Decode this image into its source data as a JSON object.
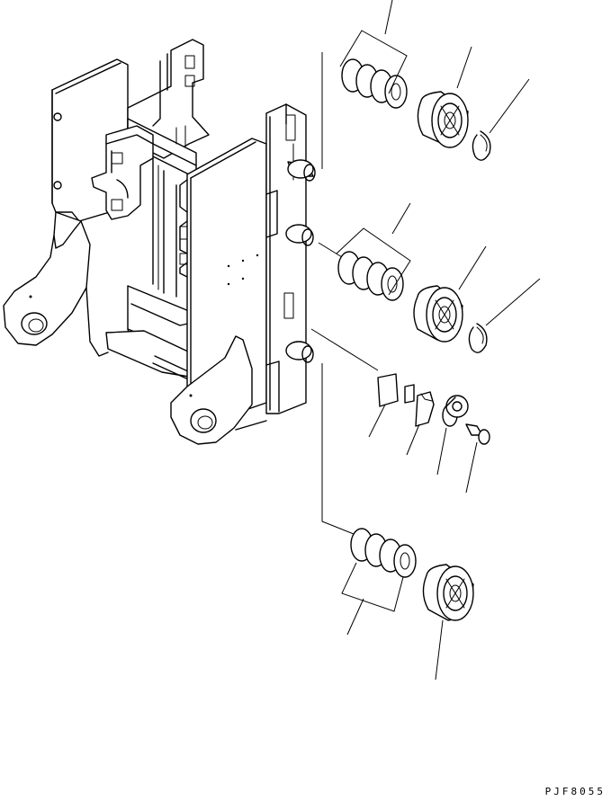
{
  "figure": {
    "drawing_code": "PJF8055"
  },
  "parts": [
    {
      "group": "upper",
      "items": [
        "shim-stack",
        "roller",
        "snap-ring"
      ]
    },
    {
      "group": "middle",
      "items": [
        "shim-stack",
        "roller",
        "snap-ring"
      ]
    },
    {
      "group": "adjuster",
      "items": [
        "plate",
        "washer",
        "plate",
        "eccentric-bushing",
        "bolt"
      ]
    },
    {
      "group": "lower",
      "items": [
        "shim-stack",
        "roller"
      ]
    }
  ],
  "colors": {
    "line": "#000000",
    "background": "#ffffff"
  }
}
